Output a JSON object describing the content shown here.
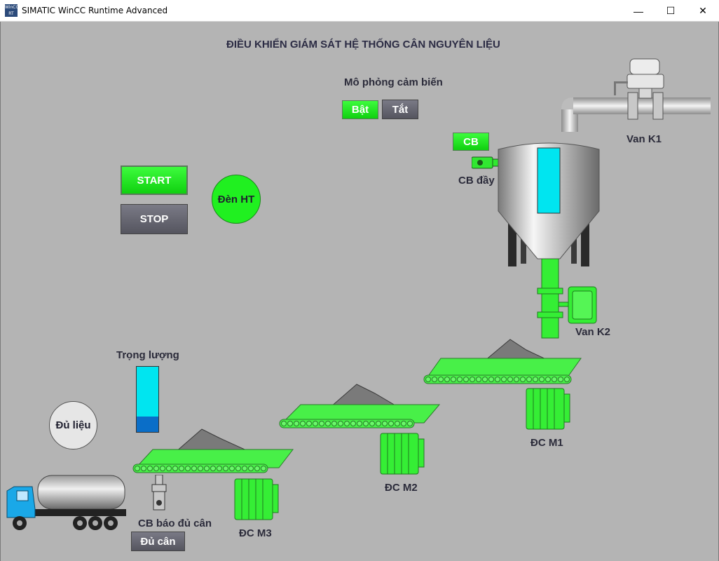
{
  "window": {
    "title": "SIMATIC WinCC Runtime Advanced",
    "icon_text": "WinCC RT",
    "minimize_glyph": "—",
    "maximize_glyph": "☐",
    "close_glyph": "✕"
  },
  "screen": {
    "heading": "ĐIỀU KHIỂN GIÁM SÁT HỆ THỐNG CÂN NGUYÊN LIỆU",
    "sensor_sim": {
      "label": "Mô phỏng cảm biến",
      "on_label": "Bật",
      "off_label": "Tắt"
    },
    "start_label": "START",
    "stop_label": "STOP",
    "system_lamp_label": "Đèn HT",
    "cb_button_label": "CB",
    "cb_full_label": "CB đầy",
    "valve_k1_label": "Van K1",
    "valve_k2_label": "Van K2",
    "weight_label": "Trọng lượng",
    "weight_fill_fraction": 0.24,
    "enough_data_lamp_label": "Đủ liệu",
    "scale_sensor_label": "CB báo đủ cân",
    "enough_weight_button_label": "Đủ cân",
    "motor_m1_label": "ĐC M1",
    "motor_m2_label": "ĐC M2",
    "motor_m3_label": "ĐC M3"
  },
  "colors": {
    "background": "#b4b4b4",
    "active_green": "#2af02a",
    "tank_level": "#00e5f0",
    "weight_fill": "#0a6ec8",
    "button_gray": "#62626c",
    "lamp_off": "#e6e6e6"
  }
}
